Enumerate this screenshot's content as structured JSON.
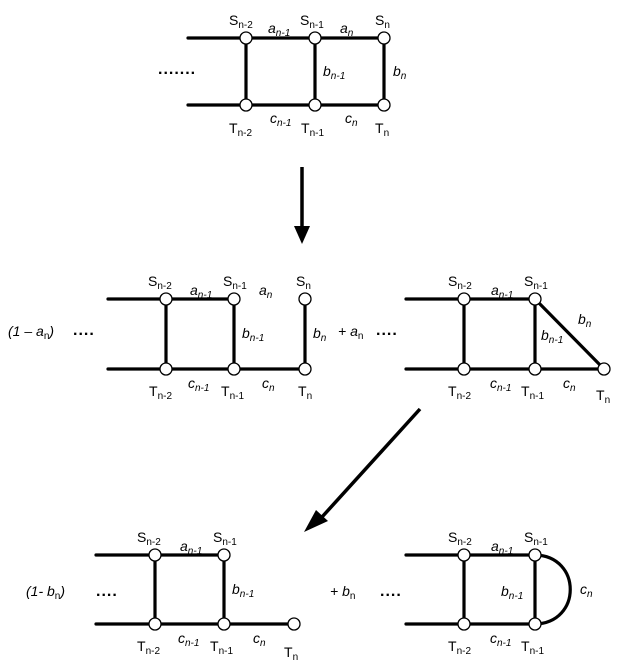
{
  "top_graph": {
    "ellipsis": ".......",
    "nodes": {
      "s_n2": {
        "base": "S",
        "sub": "n-2"
      },
      "s_n1": {
        "base": "S",
        "sub": "n-1"
      },
      "s_n": {
        "base": "S",
        "sub": "n"
      },
      "t_n2": {
        "base": "T",
        "sub": "n-2"
      },
      "t_n1": {
        "base": "T",
        "sub": "n-1"
      },
      "t_n": {
        "base": "T",
        "sub": "n"
      }
    },
    "edges": {
      "a_n1": {
        "base": "a",
        "sub": "n-1"
      },
      "a_n": {
        "base": "a",
        "sub": "n"
      },
      "b_n1": {
        "base": "b",
        "sub": "n-1"
      },
      "b_n": {
        "base": "b",
        "sub": "n"
      },
      "c_n1": {
        "base": "c",
        "sub": "n-1"
      },
      "c_n": {
        "base": "c",
        "sub": "n"
      }
    }
  },
  "middle_left": {
    "coef": {
      "pre": "(1 – ",
      "var": "a",
      "sub": "n",
      "post": ")"
    },
    "ellipsis": "....",
    "nodes": {
      "s_n2": {
        "base": "S",
        "sub": "n-2"
      },
      "s_n1": {
        "base": "S",
        "sub": "n-1"
      },
      "s_n": {
        "base": "S",
        "sub": "n"
      },
      "t_n2": {
        "base": "T",
        "sub": "n-2"
      },
      "t_n1": {
        "base": "T",
        "sub": "n-1"
      },
      "t_n": {
        "base": "T",
        "sub": "n"
      }
    },
    "edges": {
      "a_n1": {
        "base": "a",
        "sub": "n-1"
      },
      "a_n": {
        "base": "a",
        "sub": "n"
      },
      "b_n1": {
        "base": "b",
        "sub": "n-1"
      },
      "b_n": {
        "base": "b",
        "sub": "n"
      },
      "c_n1": {
        "base": "c",
        "sub": "n-1"
      },
      "c_n": {
        "base": "c",
        "sub": "n"
      }
    }
  },
  "middle_right": {
    "coef": {
      "pre": "+ ",
      "var": "a",
      "sub": "n"
    },
    "ellipsis": "....",
    "nodes": {
      "s_n2": {
        "base": "S",
        "sub": "n-2"
      },
      "s_n1": {
        "base": "S",
        "sub": "n-1"
      },
      "t_n2": {
        "base": "T",
        "sub": "n-2"
      },
      "t_n1": {
        "base": "T",
        "sub": "n-1"
      },
      "t_n": {
        "base": "T",
        "sub": "n"
      }
    },
    "edges": {
      "a_n1": {
        "base": "a",
        "sub": "n-1"
      },
      "b_n1": {
        "base": "b",
        "sub": "n-1"
      },
      "b_n": {
        "base": "b",
        "sub": "n"
      },
      "c_n1": {
        "base": "c",
        "sub": "n-1"
      },
      "c_n": {
        "base": "c",
        "sub": "n"
      }
    }
  },
  "bottom_left": {
    "coef": {
      "pre": "(1- ",
      "var": "b",
      "sub": "n",
      "post": ")"
    },
    "ellipsis": "....",
    "nodes": {
      "s_n2": {
        "base": "S",
        "sub": "n-2"
      },
      "s_n1": {
        "base": "S",
        "sub": "n-1"
      },
      "t_n2": {
        "base": "T",
        "sub": "n-2"
      },
      "t_n1": {
        "base": "T",
        "sub": "n-1"
      },
      "t_n": {
        "base": "T",
        "sub": "n"
      }
    },
    "edges": {
      "a_n1": {
        "base": "a",
        "sub": "n-1"
      },
      "b_n1": {
        "base": "b",
        "sub": "n-1"
      },
      "c_n1": {
        "base": "c",
        "sub": "n-1"
      },
      "c_n": {
        "base": "c",
        "sub": "n"
      }
    }
  },
  "bottom_right": {
    "coef": {
      "pre": "+ ",
      "var": "b",
      "sub": "n"
    },
    "ellipsis": "....",
    "nodes": {
      "s_n2": {
        "base": "S",
        "sub": "n-2"
      },
      "s_n1": {
        "base": "S",
        "sub": "n-1"
      },
      "t_n2": {
        "base": "T",
        "sub": "n-2"
      },
      "t_n1": {
        "base": "T",
        "sub": "n-1"
      }
    },
    "edges": {
      "a_n1": {
        "base": "a",
        "sub": "n-1"
      },
      "b_n1": {
        "base": "b",
        "sub": "n-1"
      },
      "c_n1": {
        "base": "c",
        "sub": "n-1"
      },
      "c_n": {
        "base": "c",
        "sub": "n"
      }
    }
  }
}
